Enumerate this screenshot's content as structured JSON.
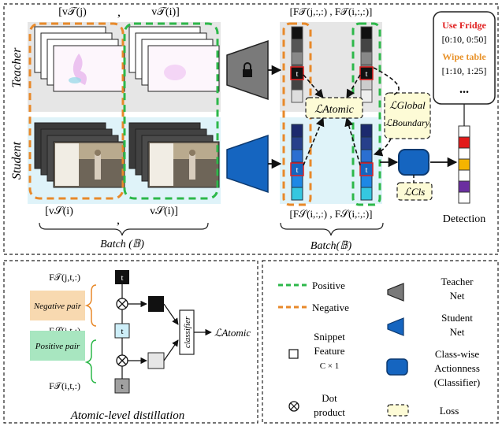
{
  "top": {
    "teacher_label": "Teacher",
    "student_label": "Student",
    "v_t_j": "[v𝒯(j)",
    "comma1": ",",
    "v_t_i": "v𝒯(i)]",
    "v_s_i_neg": "[v𝒮(i)",
    "comma2": ",",
    "v_s_i_pos": "v𝒮(i)]",
    "f_t_top": "[F𝒯(j,:,:) , F𝒯(i,:,:)]",
    "f_s_bottom": "[F𝒮(i,:,:) , F𝒮(i,:,:)]",
    "batch_left": "Batch (𝔹)",
    "batch_right": "Batch(𝔹)",
    "loss_atomic": "ℒAtomic",
    "loss_global": "ℒGlobal",
    "loss_boundary": "ℒBoundary",
    "loss_cls": "ℒCls",
    "detection": "Detection",
    "t_marker": "t",
    "det_box": {
      "label1": "Use Fridge",
      "time1": "[0:10, 0:50]",
      "label2": "Wipe table",
      "time2": "[1:10, 1:25]",
      "ellipsis": "..."
    }
  },
  "atomic": {
    "f_t_j": "F𝒯(j,t,:)",
    "f_s_i": "F𝒮(i,t,:)",
    "f_t_i": "F𝒯(i,t,:)",
    "negative_pair": "Negative pair",
    "positive_pair": "Positive pair",
    "classifier": "classifier",
    "loss": "ℒAtomic",
    "caption": "Atomic-level distillation",
    "t_marker": "t"
  },
  "legend": {
    "positive": "Positive",
    "negative": "Negative",
    "snippet_feature_1": "Snippet",
    "snippet_feature_2": "Feature",
    "snippet_feature_3": "C × 1",
    "dot_product_1": "Dot",
    "dot_product_2": "product",
    "teacher_net_1": "Teacher",
    "teacher_net_2": "Net",
    "student_net_1": "Student",
    "student_net_2": "Net",
    "classwise_1": "Class-wise",
    "classwise_2": "Actionness",
    "classwise_3": "(Classifier)",
    "loss": "Loss"
  },
  "colors": {
    "positive_green": "#2db84a",
    "negative_orange": "#e8892a",
    "teacher_gray": "#7a7a7a",
    "student_blue": "#1565c0",
    "teacher_bg": "#e6e6e6",
    "student_bg": "#dff3f9",
    "loss_fill": "#fdfbd6",
    "neg_pair_fill": "#f8d9b0",
    "pos_pair_fill": "#a8e6c0",
    "red_label": "#e02020",
    "orange_label": "#e8922a"
  }
}
